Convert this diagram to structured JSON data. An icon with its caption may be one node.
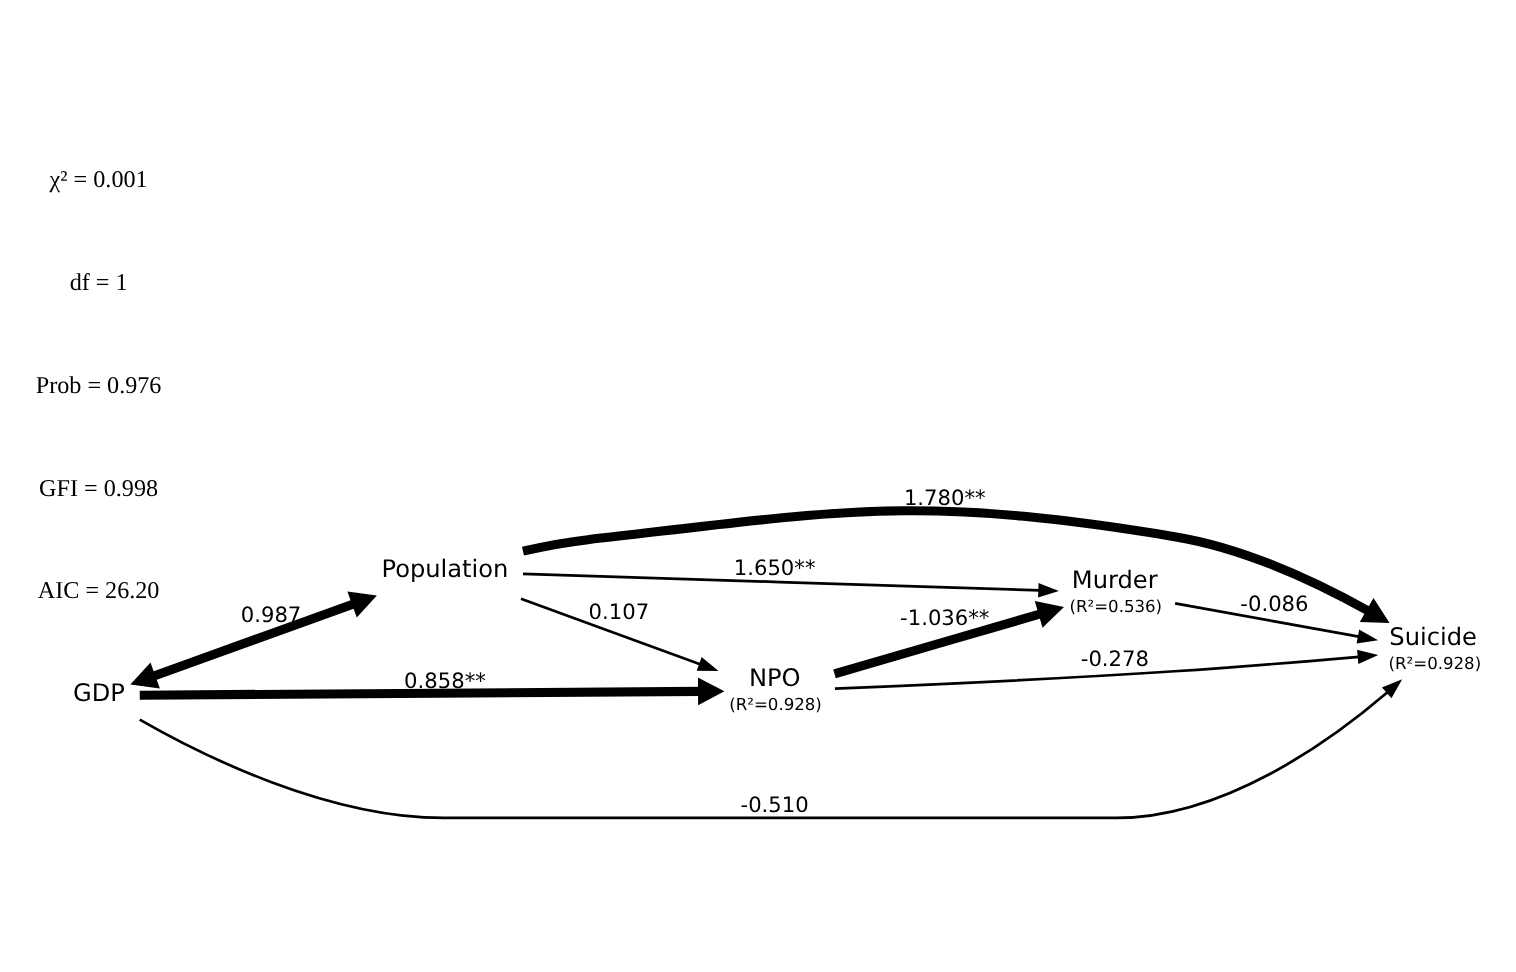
{
  "diagram": {
    "nodes": [
      {
        "text": [
          "Population"
        ]
      },
      {
        "text": [
          "Suicide"
        ],
        "beside": [
          "(R²=0.928)"
        ]
      },
      {
        "text": [
          "Murder"
        ],
        "beside": [
          "(R²=0.536)"
        ]
      },
      {
        "text": [
          "GDP"
        ]
      },
      {
        "text": [
          "NPO"
        ],
        "beside": [
          "(R²=0.928)"
        ]
      }
    ],
    "edges": [
      {
        "from": 0,
        "to": 1,
        "arrow": "to",
        "label": "1.780**",
        "style": "thick"
      },
      {
        "from": 0,
        "to": 2,
        "arrow": "to",
        "label": "1.650**"
      },
      {
        "from": 0,
        "to": 4,
        "arrow": "to",
        "label": "0.107"
      },
      {
        "from": 3,
        "to": 0,
        "arrow": "both",
        "label": "0.987",
        "style": "thick"
      },
      {
        "from": 3,
        "to": 1,
        "arrow": "to",
        "label": "-0.510"
      },
      {
        "from": 3,
        "to": 4,
        "arrow": "to",
        "label": "0.858**",
        "style": "thick"
      },
      {
        "from": 4,
        "to": 1,
        "arrow": "to",
        "label": "-0.278"
      },
      {
        "from": 4,
        "to": 2,
        "arrow": "to",
        "label": "-1.036**",
        "style": "thick"
      },
      {
        "from": 2,
        "to": 1,
        "arrow": "to",
        "label": "-0.086"
      }
    ],
    "labels": [
      "χ² = 0.001",
      "df = 1",
      "Prob = 0.976",
      "GFI = 0.998",
      "AIC = 26.20"
    ]
  }
}
